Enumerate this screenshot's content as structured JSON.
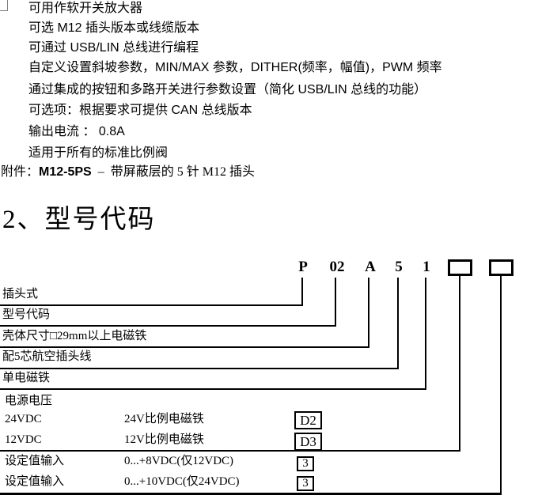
{
  "features": [
    "可用作软开关放大器",
    "可选 M12 插头版本或线缆版本",
    "可通过 USB/LIN 总线进行编程",
    "自定义设置斜坡参数，MIN/MAX 参数，DITHER(频率，幅值)，PWM 频率",
    "通过集成的按钮和多路开关进行参数设置（简化 USB/LIN 总线的功能）",
    "可选项：根据要求可提供 CAN 总线版本",
    "输出电流 ： 0.8A",
    "适用于所有的标准比例阀"
  ],
  "accessory": {
    "prefix": "附件：",
    "model": "M12-5PS",
    "suffix": "  –  带屏蔽层的 5 针 M12 插头"
  },
  "heading": "2、型号代码",
  "diagram": {
    "code": [
      "P",
      "02",
      "A",
      "5",
      "1"
    ],
    "labels": [
      "插头式",
      "型号代码",
      "壳体尺寸□29mm以上电磁铁",
      "配5芯航空插头线",
      "单电磁铁",
      "电源电压"
    ],
    "rows": [
      {
        "c1": "24VDC",
        "c2": "24V比例电磁铁",
        "box": "D2"
      },
      {
        "c1": "12VDC",
        "c2": "12V比例电磁铁",
        "box": "D3"
      },
      {
        "c1": "设定值输入",
        "c2": "0...+8VDC(仅12VDC)",
        "box": "3"
      },
      {
        "c1": "设定值输入",
        "c2": "0...+10VDC(仅24VDC)",
        "box": "3"
      }
    ]
  },
  "colors": {
    "text": "#000000",
    "line": "#000000",
    "fragment_border": "#808080"
  }
}
